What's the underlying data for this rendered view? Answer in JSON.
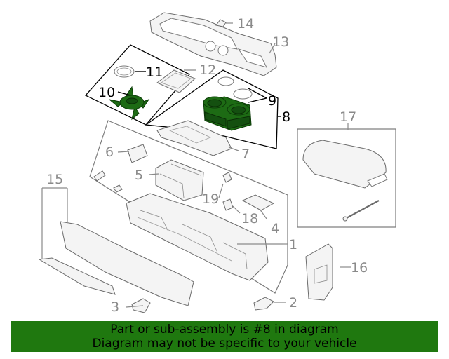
{
  "callouts": {
    "c1": "1",
    "c2": "2",
    "c3": "3",
    "c4": "4",
    "c5": "5",
    "c6": "6",
    "c7": "7",
    "c8": "8",
    "c9": "9",
    "c10": "10",
    "c11": "11",
    "c12": "12",
    "c13": "13",
    "c14": "14",
    "c15": "15",
    "c16": "16",
    "c17": "17",
    "c18": "18",
    "c19": "19"
  },
  "highlight_color": "#1f780f",
  "footer": {
    "line1": "Part or sub-assembly is #8 in diagram",
    "line2": "Diagram may not be specific to your vehicle"
  }
}
